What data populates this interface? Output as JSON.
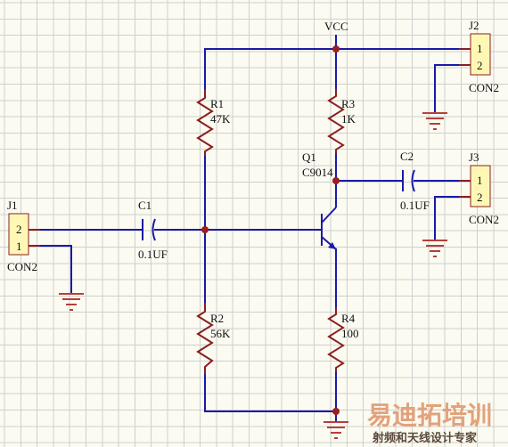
{
  "nets": {
    "vcc": "VCC"
  },
  "j1": {
    "ref": "J1",
    "pin_top": "2",
    "pin_bottom": "1",
    "type": "CON2"
  },
  "j2": {
    "ref": "J2",
    "pin_top": "1",
    "pin_bottom": "2",
    "type": "CON2"
  },
  "j3": {
    "ref": "J3",
    "pin_top": "1",
    "pin_bottom": "2",
    "type": "CON2"
  },
  "c1": {
    "ref": "C1",
    "value": "0.1UF"
  },
  "c2": {
    "ref": "C2",
    "value": "0.1UF"
  },
  "r1": {
    "ref": "R1",
    "value": "47K"
  },
  "r2": {
    "ref": "R2",
    "value": "56K"
  },
  "r3": {
    "ref": "R3",
    "value": "1K"
  },
  "r4": {
    "ref": "R4",
    "value": "100"
  },
  "q1": {
    "ref": "Q1",
    "value": "C9014"
  },
  "watermark": {
    "main": "易迪拓培训",
    "sub": "射频和天线设计专家"
  },
  "colors": {
    "wire": "#1a1aa8",
    "part": "#8a1f1f",
    "ground": "#b5403a",
    "connector_fill": "#fff8b5",
    "grid": "#cfcfcf",
    "background": "#fbfbf1"
  }
}
